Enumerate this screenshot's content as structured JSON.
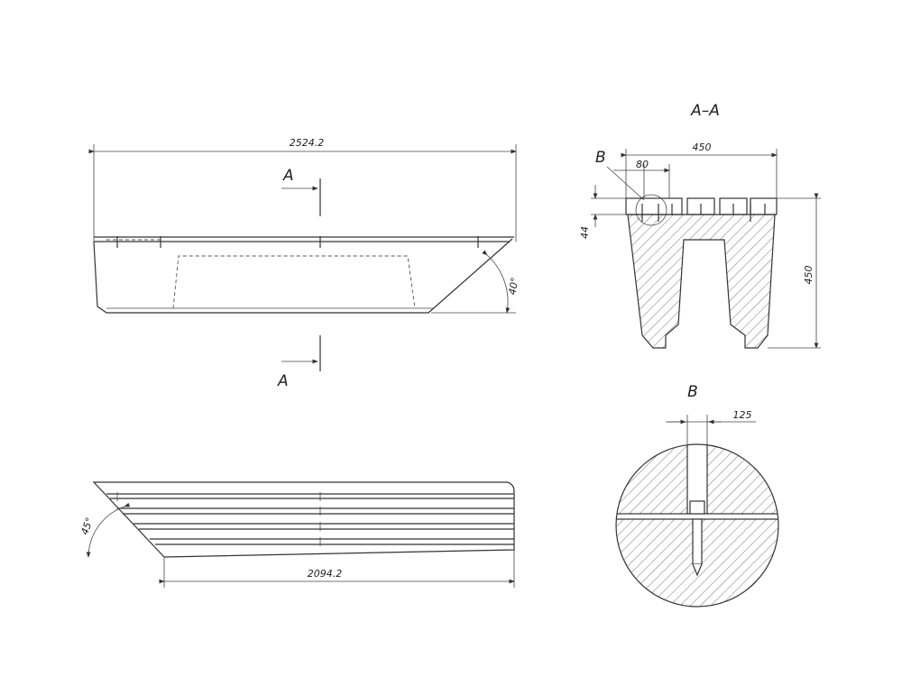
{
  "side_view": {
    "section_mark_top": "A",
    "section_mark_bottom": "A",
    "overall_length": "2524.2",
    "angle": "40°"
  },
  "plan_view": {
    "bottom_length": "2094.2",
    "angle": "45°"
  },
  "section_aa": {
    "title": "A–A",
    "detail_callout": "B",
    "width": "450",
    "slat_spacing": "80",
    "slat_thickness": "44",
    "height": "450"
  },
  "detail_b": {
    "title": "B",
    "dimension": "125"
  }
}
